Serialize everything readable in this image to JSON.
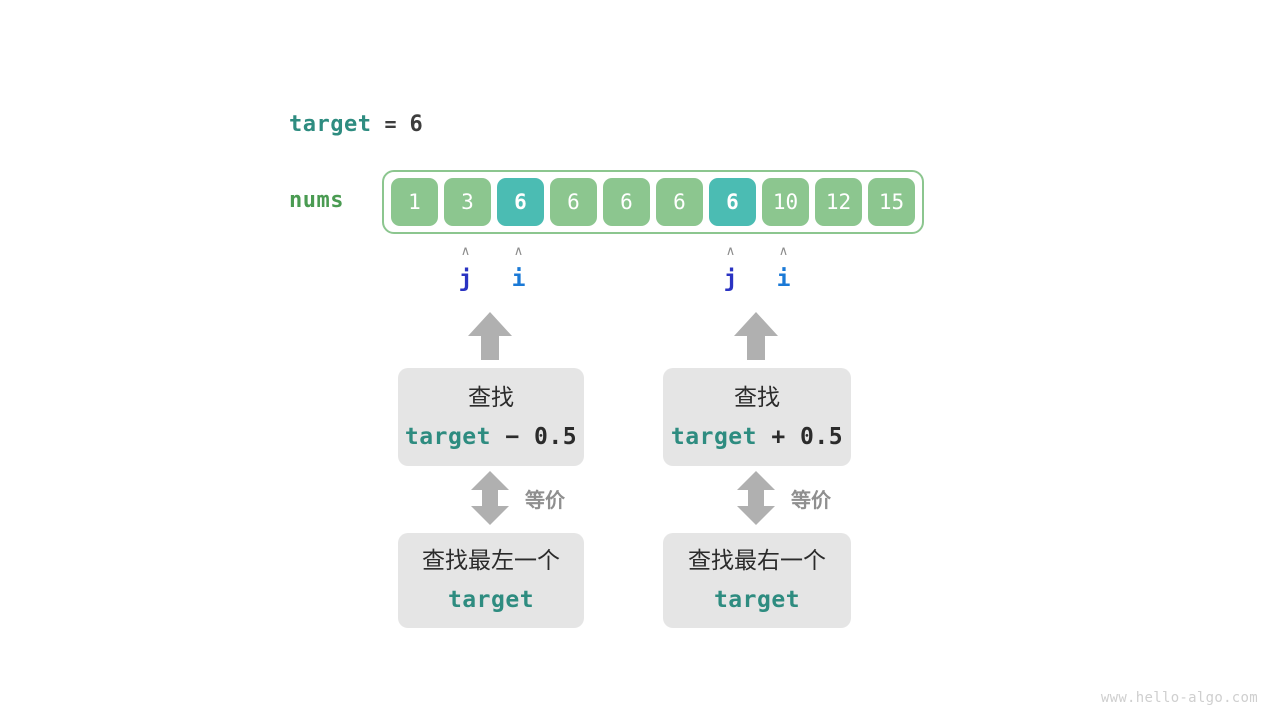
{
  "target": {
    "name": "target",
    "equals": "=",
    "value": "6"
  },
  "array": {
    "label": "nums",
    "cells": [
      {
        "value": "1",
        "highlighted": false
      },
      {
        "value": "3",
        "highlighted": false
      },
      {
        "value": "6",
        "highlighted": true
      },
      {
        "value": "6",
        "highlighted": false
      },
      {
        "value": "6",
        "highlighted": false
      },
      {
        "value": "6",
        "highlighted": false
      },
      {
        "value": "6",
        "highlighted": true
      },
      {
        "value": "10",
        "highlighted": false
      },
      {
        "value": "12",
        "highlighted": false
      },
      {
        "value": "15",
        "highlighted": false
      }
    ]
  },
  "pointers": [
    {
      "name": "j",
      "caret": "∧",
      "cell_index": 1,
      "group": "left"
    },
    {
      "name": "i",
      "caret": "∧",
      "cell_index": 2,
      "group": "left"
    },
    {
      "name": "j",
      "caret": "∧",
      "cell_index": 6,
      "group": "right"
    },
    {
      "name": "i",
      "caret": "∧",
      "cell_index": 7,
      "group": "right"
    }
  ],
  "branches": [
    {
      "id": "left",
      "upper_box": {
        "line1": "查找",
        "expr_target": "target",
        "expr_op": " − 0.5"
      },
      "connector_label": "等价",
      "lower_box": {
        "line1": "查找最左一个",
        "expr_target": "target",
        "expr_op": ""
      }
    },
    {
      "id": "right",
      "upper_box": {
        "line1": "查找",
        "expr_target": "target",
        "expr_op": " + 0.5"
      },
      "connector_label": "等价",
      "lower_box": {
        "line1": "查找最右一个",
        "expr_target": "target",
        "expr_op": ""
      }
    }
  ],
  "watermark": "www.hello-algo.com",
  "colors": {
    "green": "#8cc68f",
    "teal": "#4bbcb3",
    "target_teal": "#2e8c80",
    "nums_green": "#4a9b52",
    "pointer_j": "#2a33c2",
    "pointer_i": "#1a79d6",
    "box_gray": "#e5e5e5",
    "arrow_gray": "#b0b0b0"
  }
}
